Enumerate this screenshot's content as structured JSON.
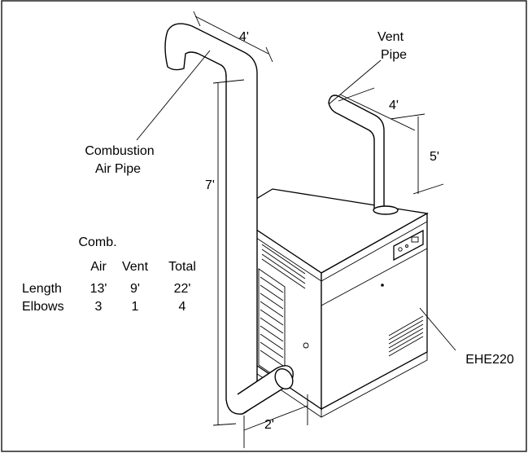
{
  "labels": {
    "vent_pipe_line1": "Vent",
    "vent_pipe_line2": "Pipe",
    "combustion_line1": "Combustion",
    "combustion_line2": "Air Pipe",
    "model": "EHE220"
  },
  "dimensions": {
    "air_top_run": "4'",
    "vent_top_run": "4'",
    "vent_rise": "5'",
    "air_drop": "7'",
    "air_bottom_run": "2'"
  },
  "table": {
    "header_top": "Comb.",
    "columns": [
      "Air",
      "Vent",
      "Total"
    ],
    "rows": [
      {
        "label": "Length",
        "air": "13'",
        "vent": "9'",
        "total": "22'"
      },
      {
        "label": "Elbows",
        "air": "3",
        "vent": "1",
        "total": "4"
      }
    ]
  }
}
